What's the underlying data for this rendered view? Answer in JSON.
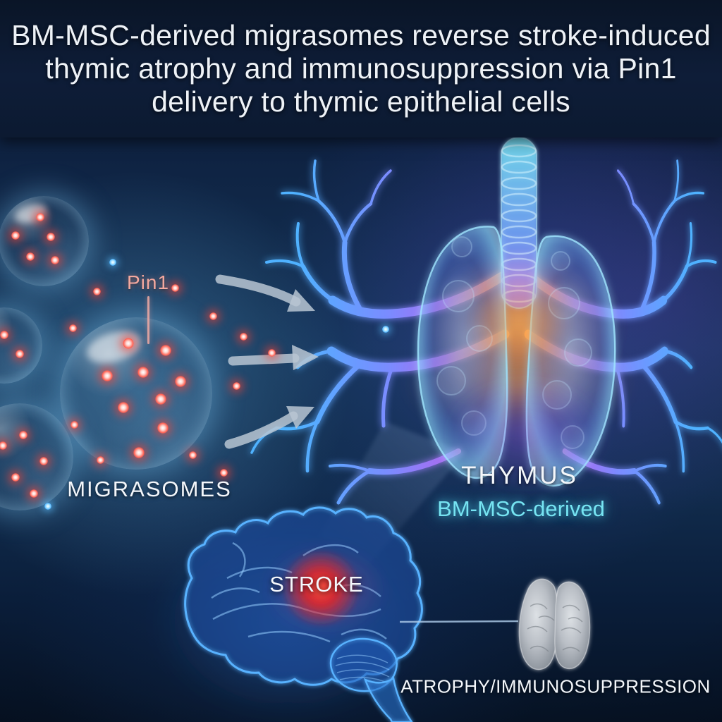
{
  "figure": {
    "title": "BM-MSC-derived migrasomes reverse stroke-induced thymic atrophy and immunosuppression via Pin1 delivery to thymic epithelial cells",
    "title_lines": [
      "BM-MSC-derived migrasomes reverse stroke-induced",
      "thymic atrophy and immunosuppression via Pin1",
      "delivery to thymic epithelial cells"
    ]
  },
  "labels": {
    "pin1": "Pin1",
    "migrasomes": "MIGRASOMES",
    "thymus": "THYMUS",
    "bm_msc_derived": "BM-MSC-derived",
    "stroke": "STROKE",
    "atrophy_immunosuppression": "ATROPHY/IMMUNOSUPPRESSION"
  },
  "colors": {
    "background_navy": "#0d1b33",
    "scene_blue": "#143457",
    "label_white": "#f4f7fb",
    "pin1_label_pink": "#f4a89f",
    "bm_msc_cyan": "#76e4f2",
    "pin1_dot_red": "#ff5c4e",
    "stroke_red": "#f02320",
    "vessel_blue": "#4fb2ff",
    "vessel_purple": "#a86cf0",
    "thymus_glow_orange": "#ff9f50",
    "arrow_gray": "#b9c6d2",
    "atrophic_thymus_gray": "#c3c8ce"
  }
}
